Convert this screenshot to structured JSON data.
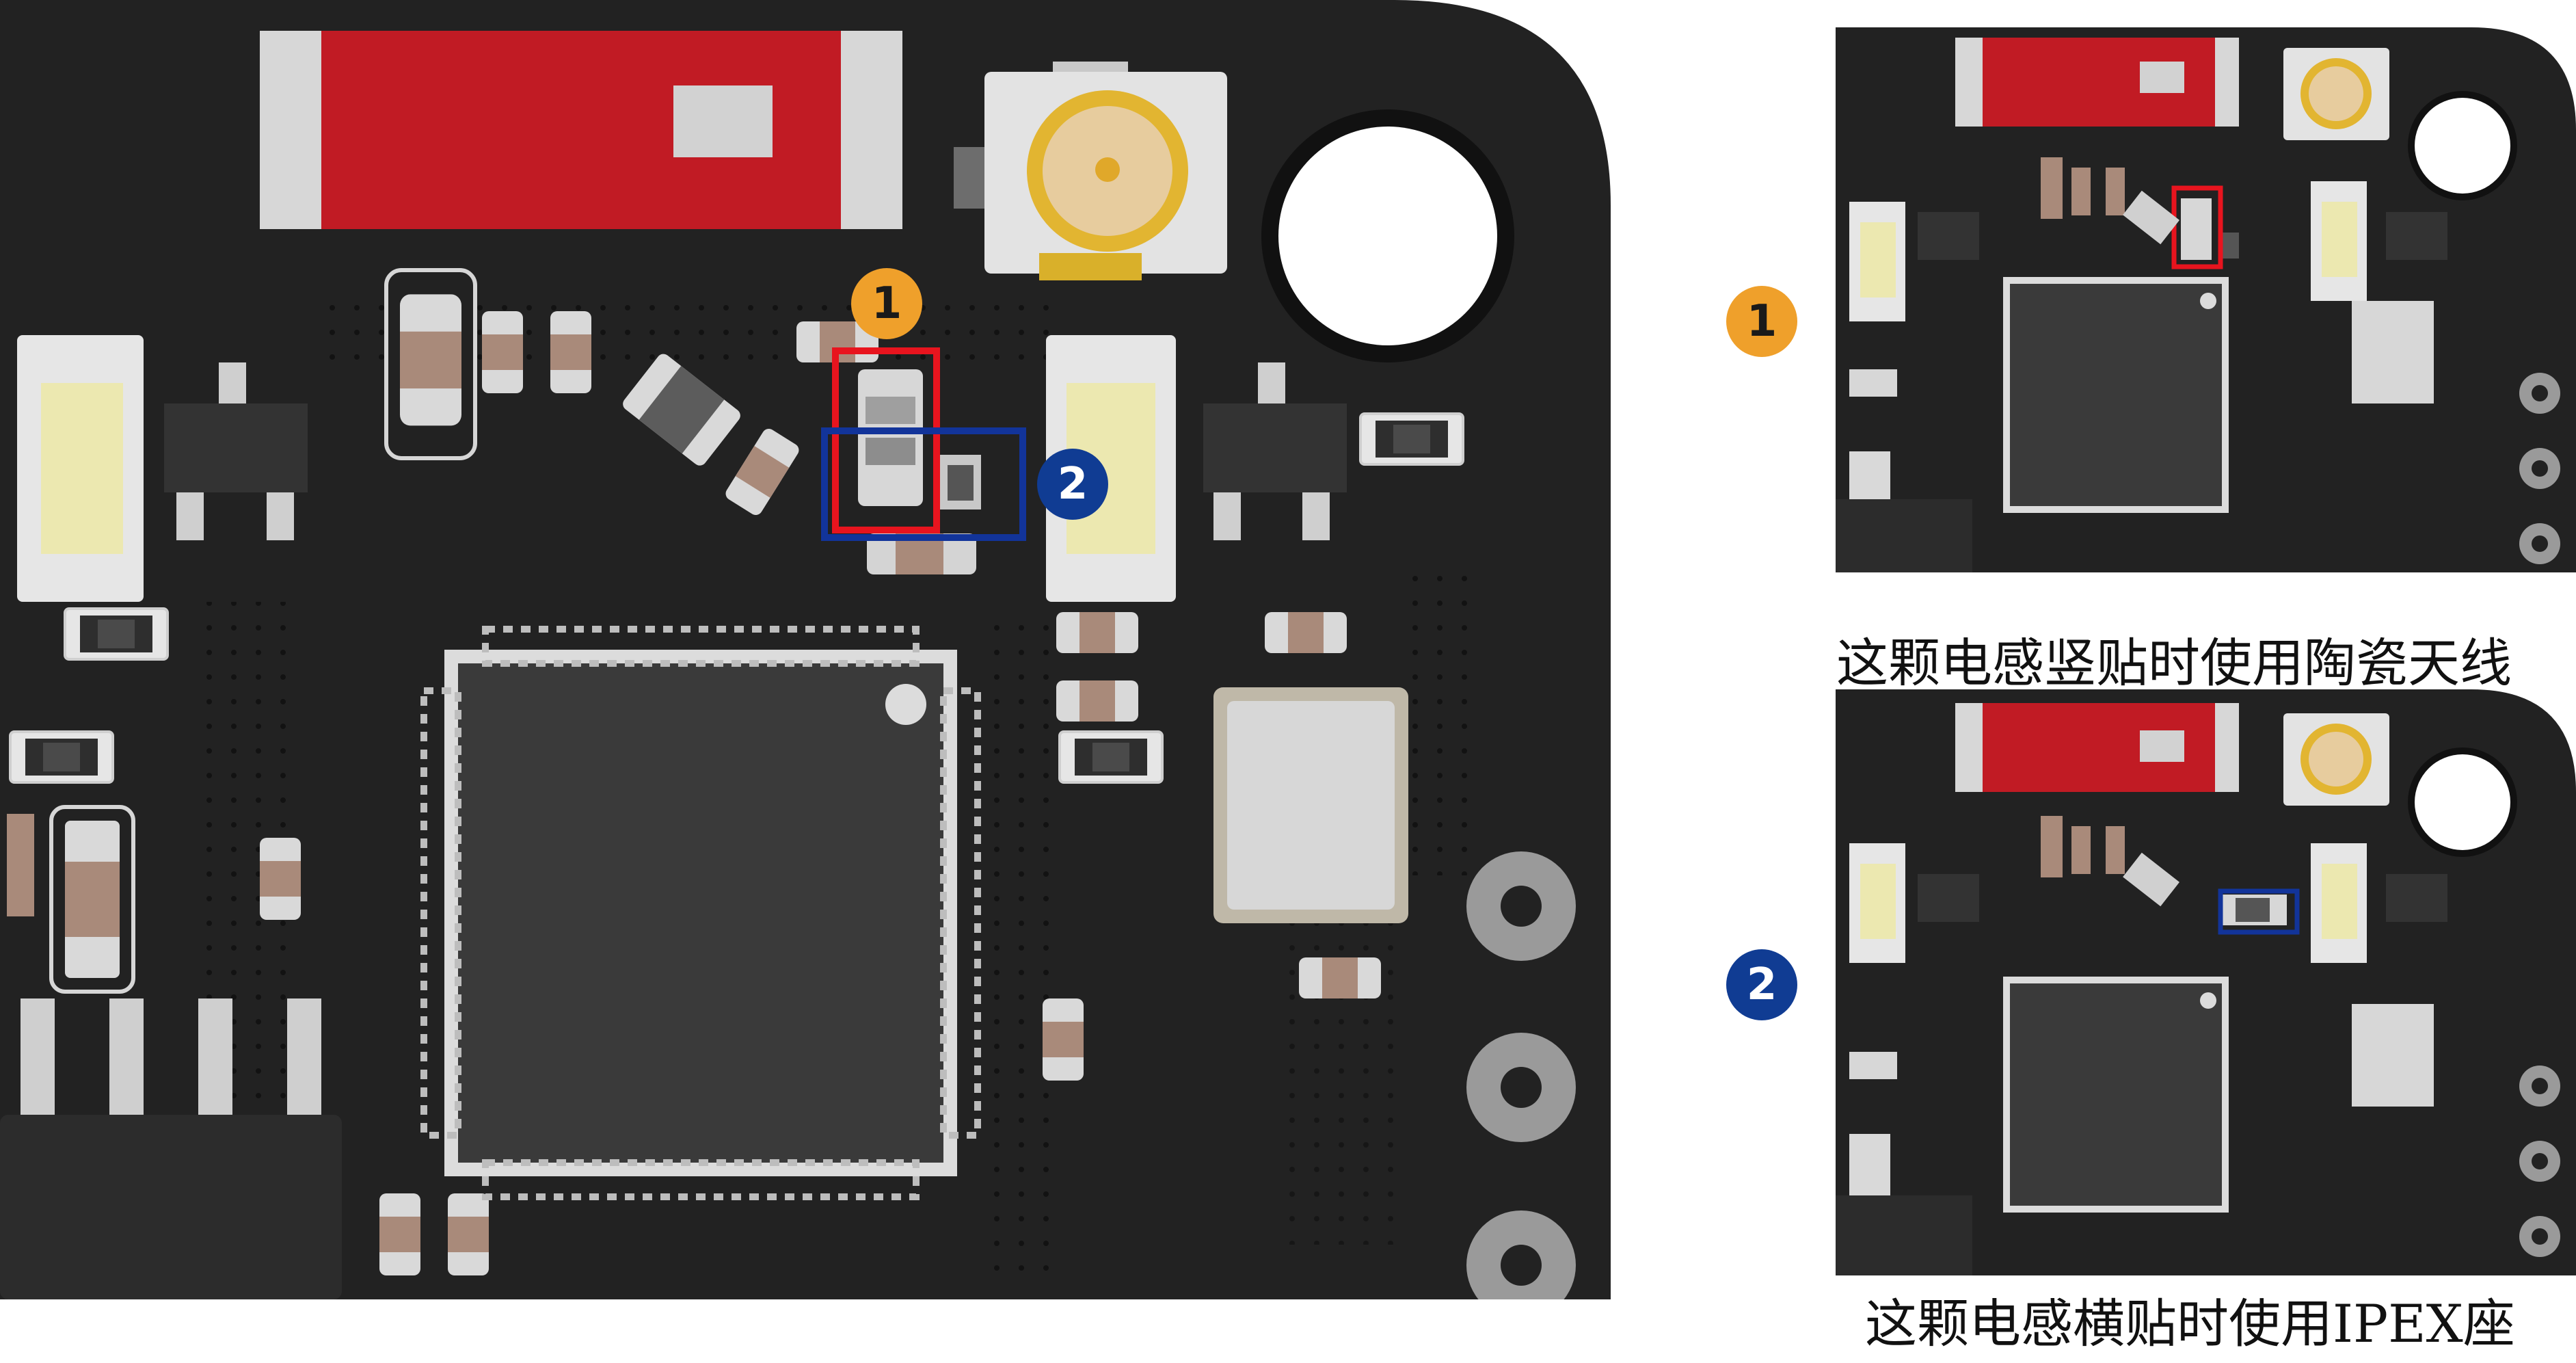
{
  "annotations": {
    "marker_1": "1",
    "marker_2": "2",
    "caption_1": "这颗电感竖贴时使用陶瓷天线",
    "caption_2": "这颗电感横贴时使用IPEX座"
  },
  "colors": {
    "board": "#222222",
    "marker_1_fill": "#efa02b",
    "marker_2_fill": "#103c93",
    "highlight_1": "#e8141e",
    "highlight_2": "#12349a"
  },
  "icons": {
    "board": "pcb-board",
    "chip": "qfn-chip-icon",
    "connector": "ipex-connector-icon",
    "antenna": "ceramic-antenna-icon"
  }
}
